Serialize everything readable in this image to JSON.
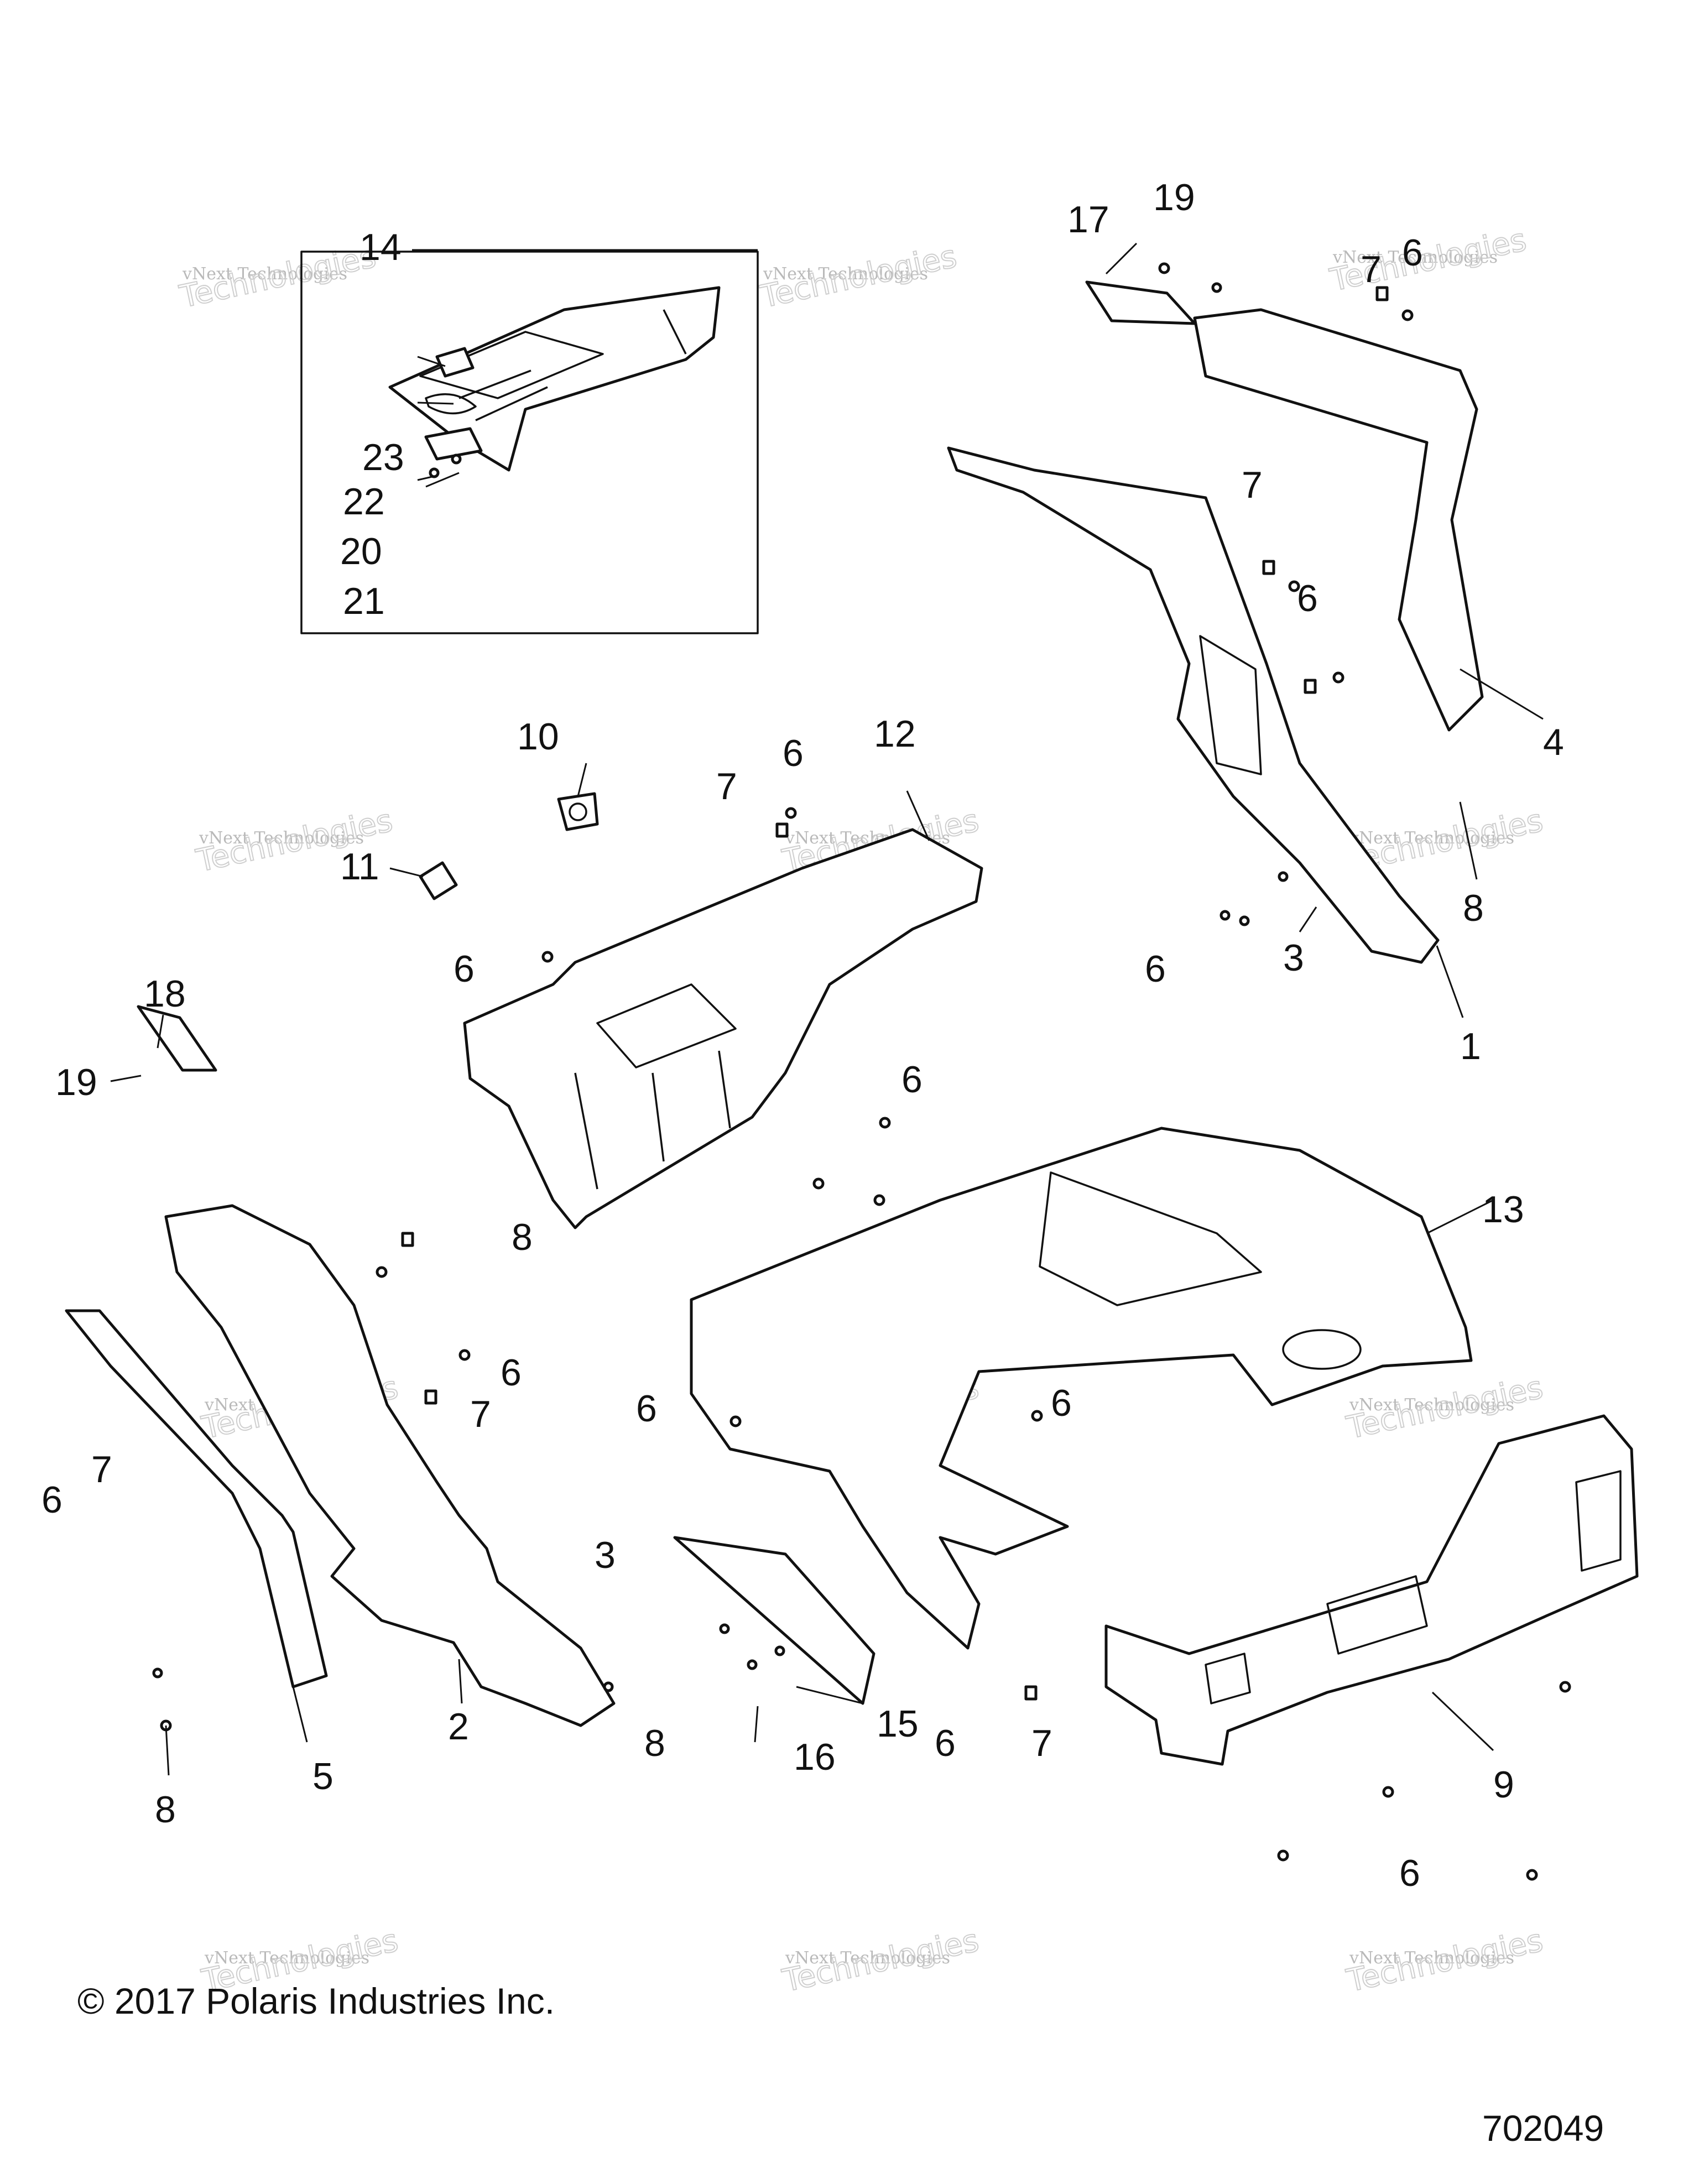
{
  "diagram": {
    "callouts": [
      "1",
      "2",
      "3",
      "4",
      "5",
      "6",
      "7",
      "8",
      "9",
      "10",
      "11",
      "12",
      "13",
      "14",
      "15",
      "16",
      "17",
      "18",
      "19",
      "20",
      "21",
      "22",
      "23"
    ],
    "watermark": {
      "line1": "vNext Technologies",
      "line2": "Technologies",
      "line3": "vNext"
    }
  },
  "footer": {
    "copyright": "© 2017 Polaris Industries Inc.",
    "reference_number": "702049"
  }
}
